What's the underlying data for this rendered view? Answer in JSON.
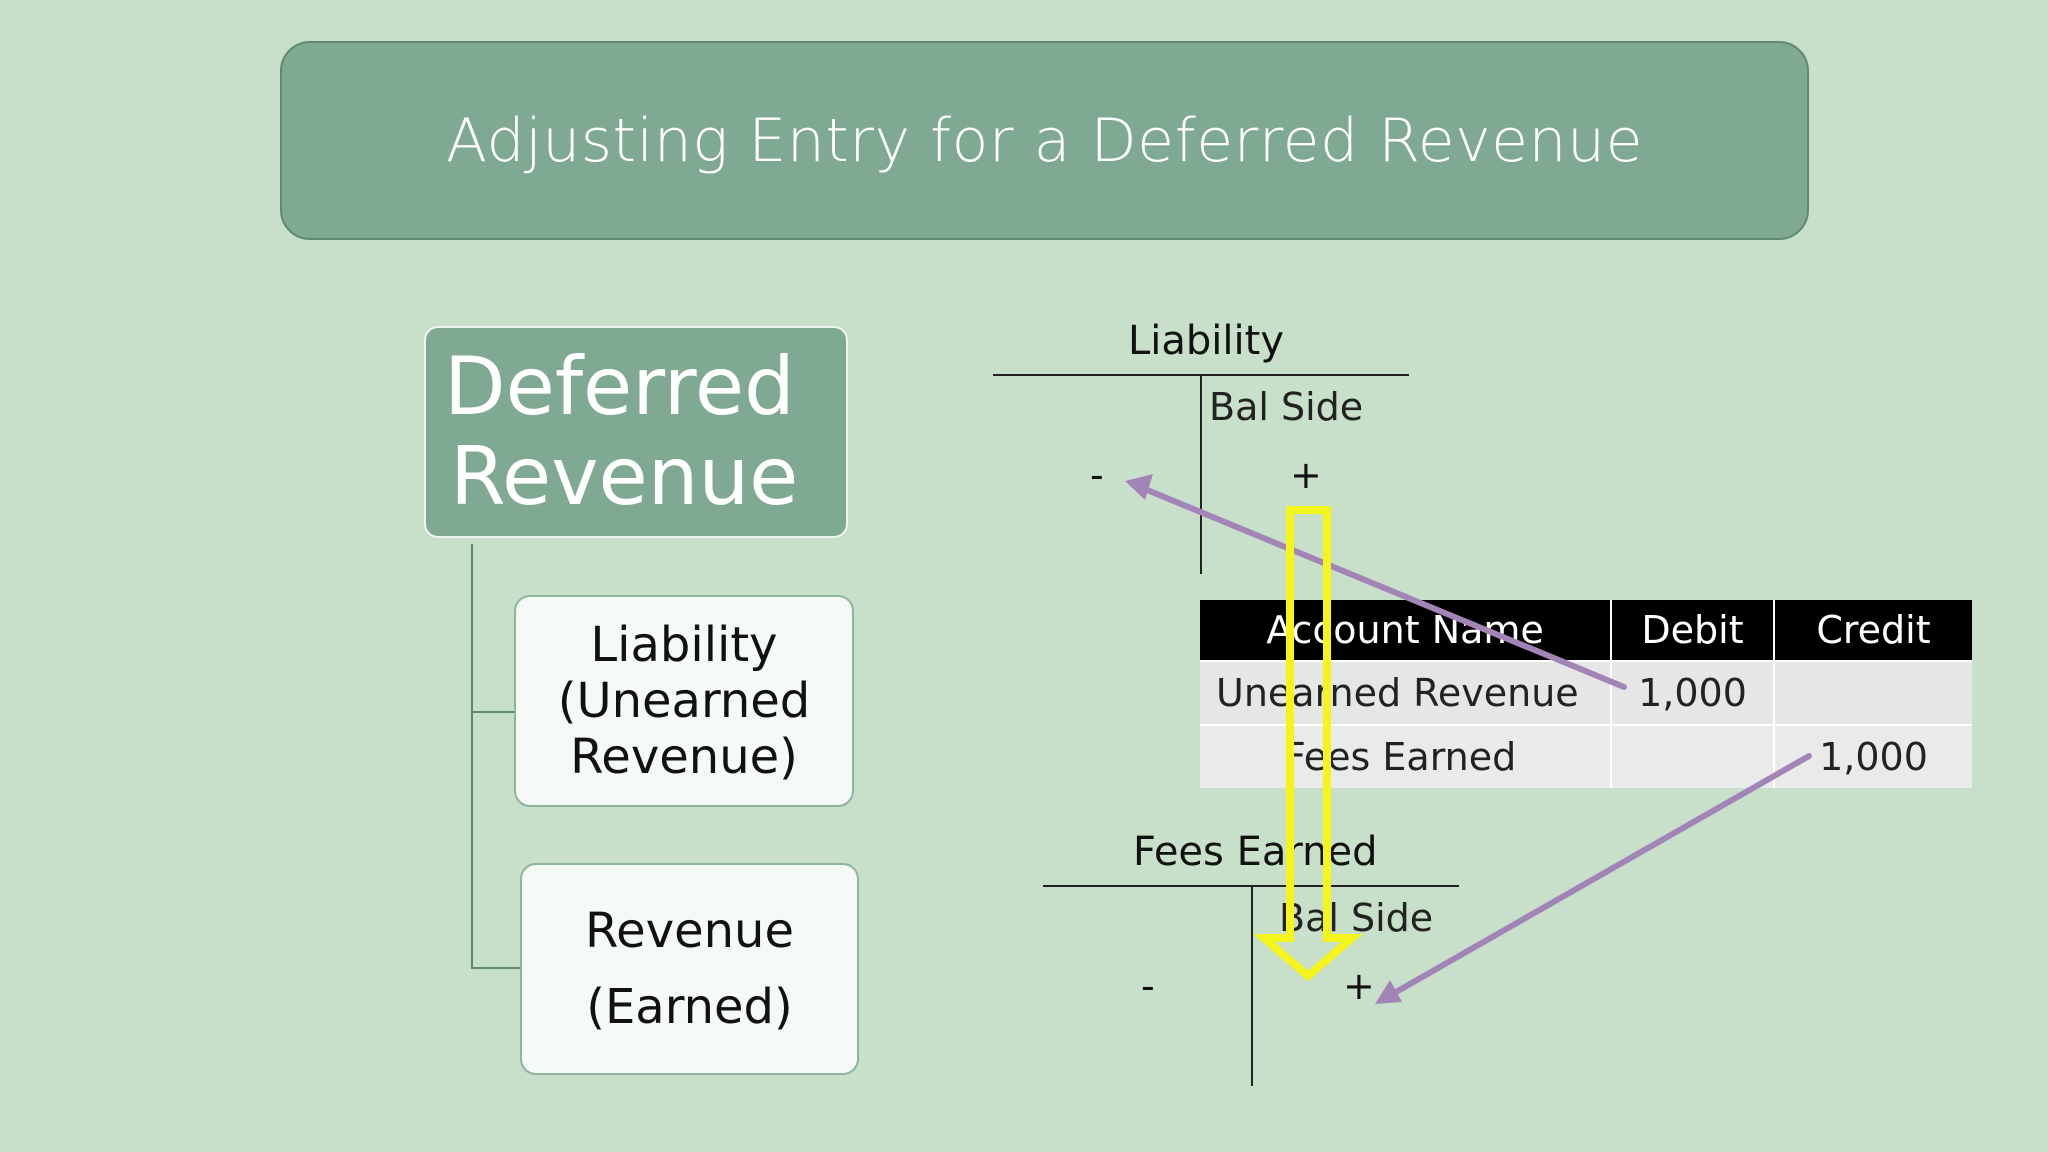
{
  "title": "Adjusting Entry for a Deferred Revenue",
  "hierarchy": {
    "root_line1": "Deferred",
    "root_line2": "Revenue",
    "child1_line1": "Liability",
    "child1_line2": "(Unearned",
    "child1_line3": "Revenue)",
    "child2_line1": "Revenue",
    "child2_line2": "(Earned)"
  },
  "t_account_liability": {
    "title": "Liability",
    "bal_side_label": "Bal Side",
    "left_sign": "-",
    "right_sign": "+"
  },
  "t_account_fees": {
    "title": "Fees Earned",
    "bal_side_label": "Bal Side",
    "left_sign": "-",
    "right_sign": "+"
  },
  "journal": {
    "headers": [
      "Account Name",
      "Debit",
      "Credit"
    ],
    "rows": [
      {
        "account": "Unearned Revenue",
        "debit": "1,000",
        "credit": ""
      },
      {
        "account": "Fees Earned",
        "debit": "",
        "credit": "1,000"
      }
    ]
  },
  "colors": {
    "background": "#c8dfc9",
    "banner": "#80a994",
    "arrow_purple": "#a384b6",
    "arrow_yellow": "#f5f51c"
  }
}
